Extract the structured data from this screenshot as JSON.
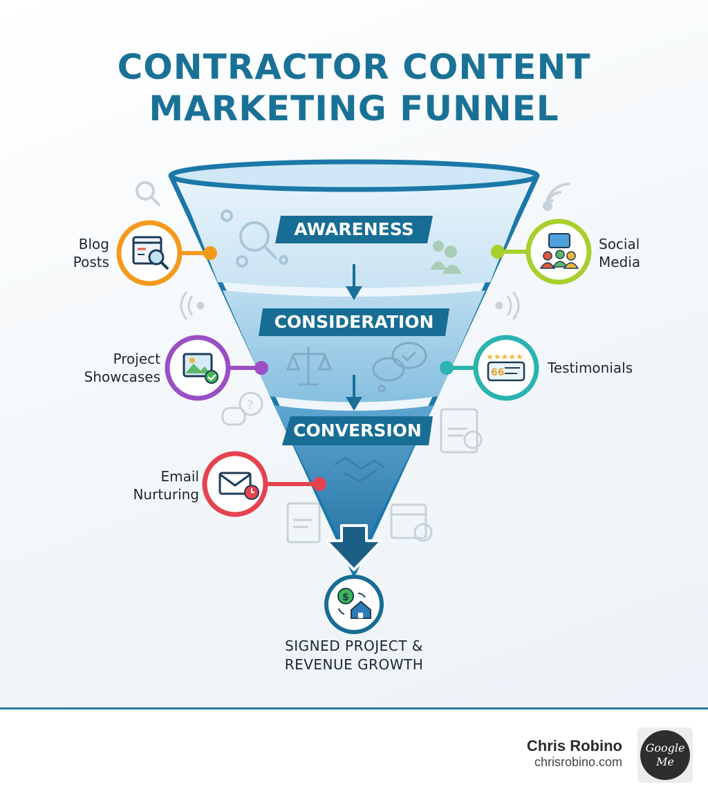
{
  "title": {
    "line1": "CONTRACTOR CONTENT",
    "line2": "MARKETING FUNNEL"
  },
  "stages": {
    "awareness": "AWARENESS",
    "consideration": "CONSIDERATION",
    "conversion": "CONVERSION"
  },
  "left_channels": {
    "blog": {
      "line1": "Blog",
      "line2": "Posts",
      "icon": "blog-search-icon",
      "color": "#f39a1e"
    },
    "showcases": {
      "line1": "Project",
      "line2": "Showcases",
      "icon": "photo-gallery-icon",
      "color": "#9b4fc4"
    },
    "email": {
      "line1": "Email",
      "line2": "Nurturing",
      "icon": "envelope-clock-icon",
      "color": "#e5434f"
    }
  },
  "right_channels": {
    "social": {
      "line1": "Social",
      "line2": "Media",
      "icon": "people-chat-icon",
      "color": "#a8cf2c"
    },
    "testimonials": {
      "line1": "Testimonials",
      "icon": "review-stars-icon",
      "color": "#2ab3b0"
    }
  },
  "outcome": {
    "line1": "SIGNED PROJECT &",
    "line2": "REVENUE GROWTH",
    "icon": "money-house-icon"
  },
  "author": {
    "name": "Chris Robino",
    "site": "chrisrobino.com",
    "badge_line1": "Google",
    "badge_line2": "Me"
  },
  "colors": {
    "title": "#1a7196",
    "stage_banner": "#176d94",
    "funnel_top": "#d6ebf7",
    "funnel_bottom": "#2a7fb0"
  }
}
